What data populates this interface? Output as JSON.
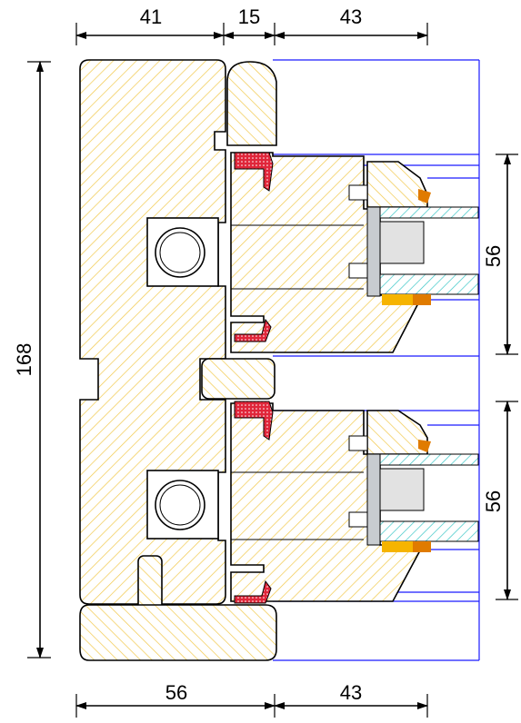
{
  "dimensions": {
    "top_left": "41",
    "top_middle": "15",
    "top_right": "43",
    "left_height": "168",
    "bottom_left": "56",
    "bottom_right": "43",
    "right_upper": "56",
    "right_lower": "56"
  },
  "colors": {
    "wood_hatch": "#f2c94c",
    "glass_hatch": "#3cc7c7",
    "gasket": "#e0263a",
    "spacer_yellow": "#f6b400",
    "spacer_orange": "#e07b00",
    "frame_line": "#1a1aff",
    "steel": "#9aa0a6"
  }
}
